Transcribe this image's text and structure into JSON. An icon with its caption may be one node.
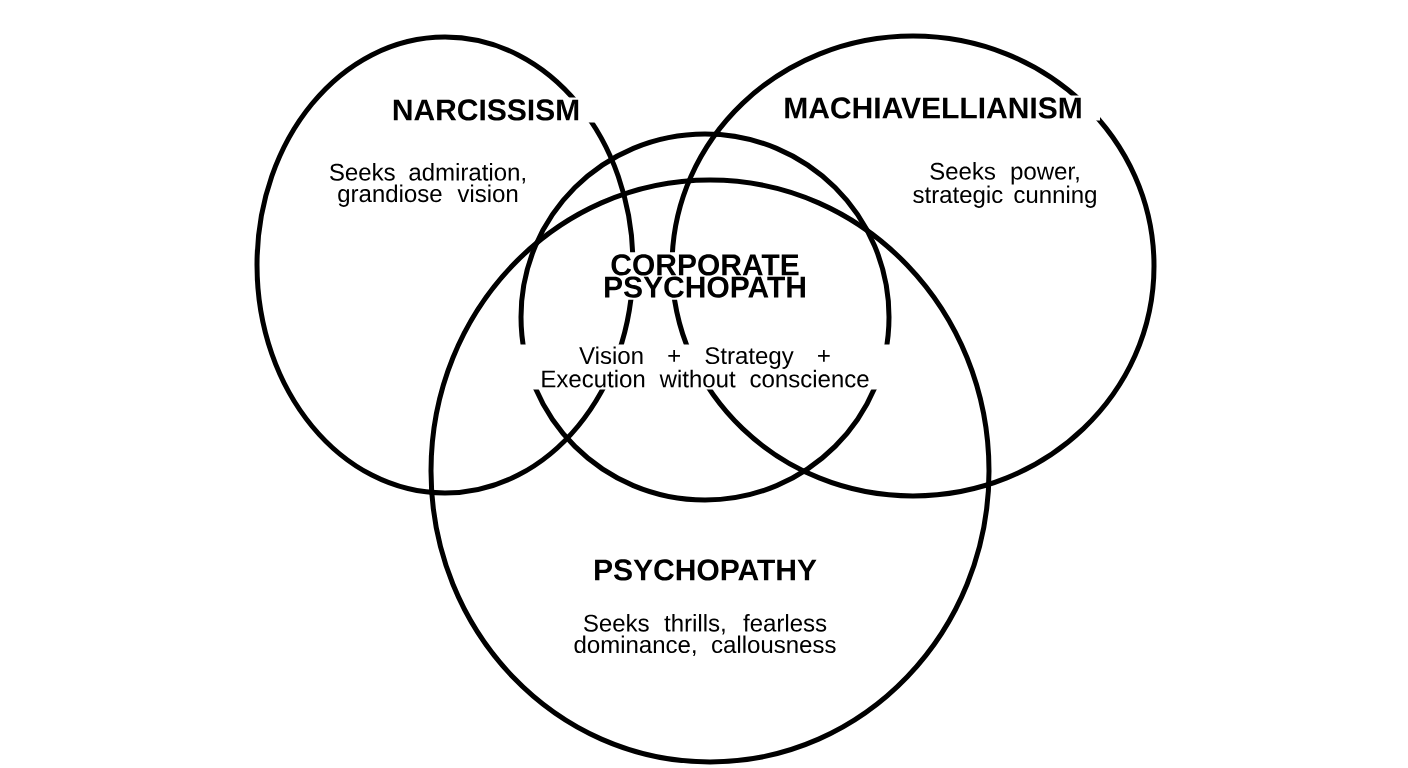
{
  "diagram": {
    "nodes": [
      {
        "text": [
          "NARCISSISM",
          "Seeks admiration, grandiose vision"
        ]
      },
      {
        "text": [
          "MACHIAVELLIANISM",
          "Seeks power, strategic cunning"
        ]
      },
      {
        "text": [
          "CORPORATE PSYCHOPATH",
          "Vision + Strategy + Execution without conscience"
        ]
      },
      {
        "text": [
          "PSYCHOPATHY",
          "Seeks thrills, fearless dominance, callousness"
        ]
      }
    ]
  }
}
